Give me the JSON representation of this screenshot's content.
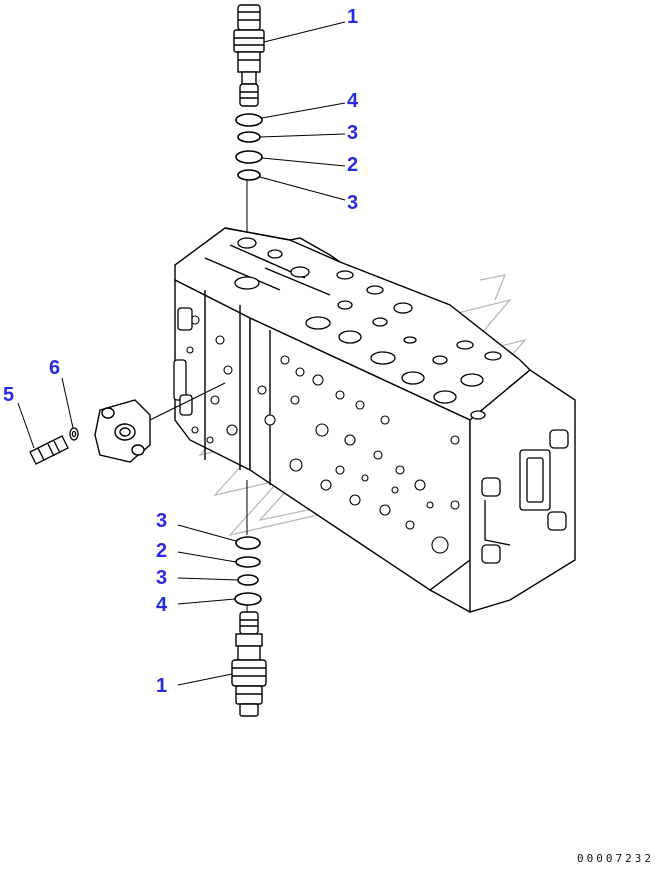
{
  "callouts": {
    "top_valve": "1",
    "top_backup_ring": "4",
    "top_oring_a": "3",
    "top_oring_b": "2",
    "top_oring_c": "3",
    "washer": "6",
    "bolt": "5",
    "bottom_oring_a": "3",
    "bottom_oring_b": "2",
    "bottom_oring_c": "3",
    "bottom_backup_ring": "4",
    "bottom_valve": "1"
  },
  "doc_code": "00007232",
  "colors": {
    "callout": "#2a2ae0",
    "line": "#000000",
    "watermark": "#b0b0b0"
  }
}
